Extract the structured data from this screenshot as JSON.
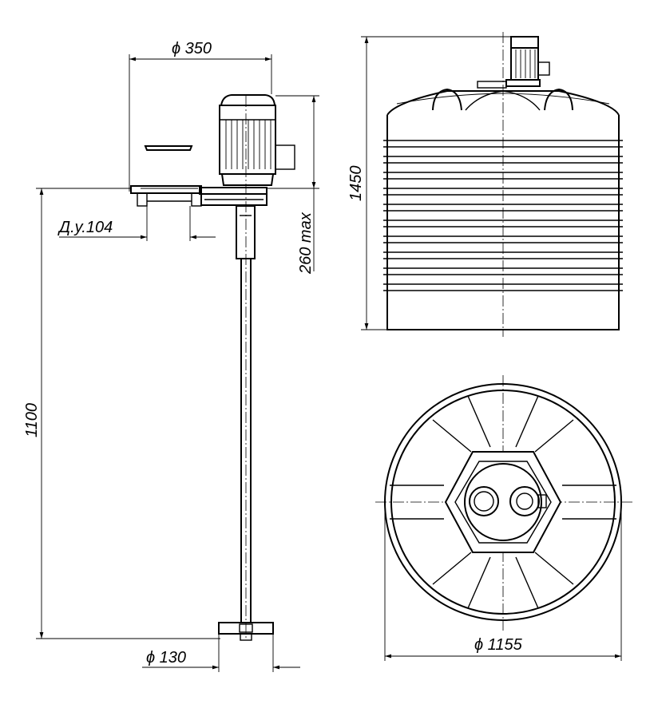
{
  "dimensions": {
    "mount_diameter": "ϕ 350",
    "pipe_nominal": "Д.у.104",
    "depth_max": "260 max",
    "shaft_length": "1100",
    "impeller_diameter": "ϕ 130",
    "tank_height": "1450",
    "tank_diameter": "ϕ 1155"
  },
  "colors": {
    "line": "#000000",
    "background": "#ffffff"
  }
}
